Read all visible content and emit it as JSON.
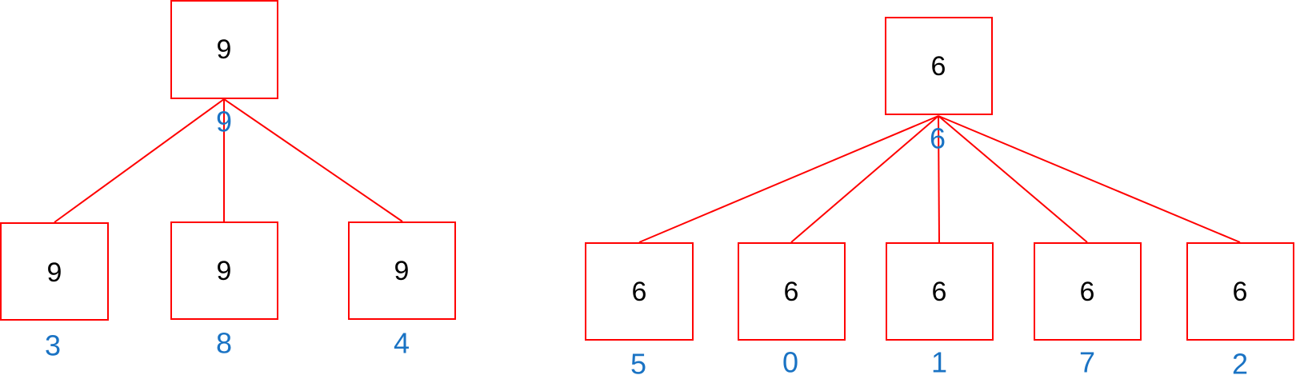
{
  "colors": {
    "node_border": "#ff0000",
    "edge": "#ff0000",
    "value_text": "#000000",
    "index_text": "#1a73c4"
  },
  "trees": [
    {
      "root": {
        "value": "9",
        "index": "9"
      },
      "children": [
        {
          "value": "9",
          "index": "3"
        },
        {
          "value": "9",
          "index": "8"
        },
        {
          "value": "9",
          "index": "4"
        }
      ]
    },
    {
      "root": {
        "value": "6",
        "index": "6"
      },
      "children": [
        {
          "value": "6",
          "index": "5"
        },
        {
          "value": "6",
          "index": "0"
        },
        {
          "value": "6",
          "index": "1"
        },
        {
          "value": "6",
          "index": "7"
        },
        {
          "value": "6",
          "index": "2"
        }
      ]
    }
  ]
}
